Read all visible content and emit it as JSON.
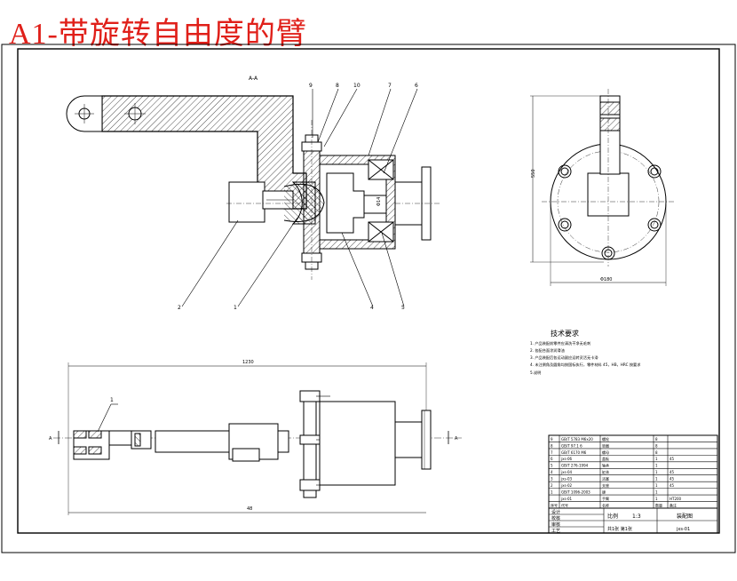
{
  "title": "A1-带旋转自由度的臂",
  "colors": {
    "title_red": "#e0201a",
    "line": "#000000",
    "paper": "#ffffff"
  },
  "section_label": "A-A",
  "part_callouts": [
    "9",
    "8",
    "10",
    "7",
    "6",
    "2",
    "1",
    "4",
    "5"
  ],
  "plan_callout": "1",
  "section_markers": [
    "A",
    "A"
  ],
  "dimensions": {
    "side_height": "550",
    "side_width": "Φ180",
    "plan_length": "1230",
    "plan_bottom": "48",
    "bore_label": "Φ14"
  },
  "tech_requirements": {
    "heading": "技术要求",
    "items": [
      "1. 产品装配前零件应清洗干净无毛刺",
      "2. 各配合面涂润滑油",
      "3. 产品装配后各运动副应运转灵活无卡滞",
      "4. 未注倒角及圆角均按国标执行，零件材料 45，HB，HRC 按要求",
      "5.说明"
    ]
  },
  "title_block": {
    "rows": [
      {
        "no": "9",
        "code": "GB/T 5783 M6x20",
        "name": "螺栓",
        "qty": "8",
        "note": ""
      },
      {
        "no": "8",
        "code": "GB/T 97.1 6",
        "name": "垫圈",
        "qty": "8",
        "note": ""
      },
      {
        "no": "7",
        "code": "GB/T 6170 M6",
        "name": "螺母",
        "qty": "8",
        "note": ""
      },
      {
        "no": "6",
        "code": "jxs-06",
        "name": "盖板",
        "qty": "1",
        "note": "45"
      },
      {
        "no": "5",
        "code": "GB/T 276-1994",
        "name": "轴承",
        "qty": "1",
        "note": ""
      },
      {
        "no": "4",
        "code": "jxs-04",
        "name": "缸体",
        "qty": "1",
        "note": "45"
      },
      {
        "no": "3",
        "code": "jxs-03",
        "name": "活塞",
        "qty": "1",
        "note": "45"
      },
      {
        "no": "2",
        "code": "jxs-02",
        "name": "支座",
        "qty": "1",
        "note": "45"
      },
      {
        "no": "1",
        "code": "GB/T 1096-2003",
        "name": "键",
        "qty": "1",
        "note": ""
      },
      {
        "no": "",
        "code": "jxs-01",
        "name": "手臂",
        "qty": "1",
        "note": "HT200"
      }
    ],
    "header": {
      "no": "序号",
      "code": "代号",
      "name": "名称",
      "qty": "数量",
      "note": "备注"
    },
    "labels": [
      "设计",
      "校核",
      "审核",
      "工艺"
    ],
    "scale_label": "比例",
    "scale_value": "1:3",
    "drawing_name": "装配图",
    "sheet_text": "共1张 第1张",
    "drawing_code": "jxs-01"
  }
}
